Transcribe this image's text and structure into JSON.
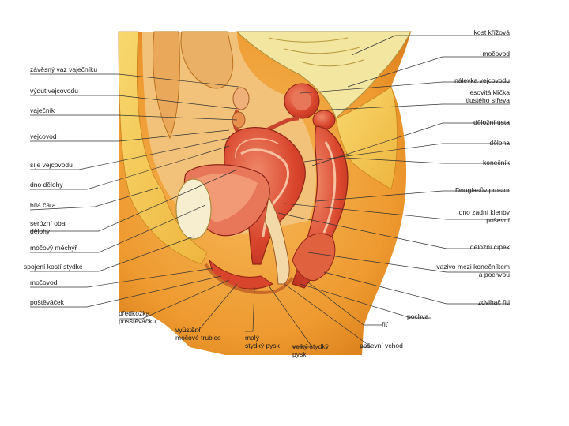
{
  "labels_left": [
    {
      "id": "zaveseny-vaz",
      "text": "závěsný vaz vaječníku"
    },
    {
      "id": "vydut-vejcovodu",
      "text": "výdut vejcovodu"
    },
    {
      "id": "vajecnik",
      "text": "vaječník"
    },
    {
      "id": "vejcovod",
      "text": "vejcovod"
    },
    {
      "id": "sije-vejcovodu",
      "text": "šíje vejcovodu"
    },
    {
      "id": "dno-delohy",
      "text": "dno dělohy"
    },
    {
      "id": "bila-cara",
      "text": "bílá čára"
    },
    {
      "id": "serozni-obal",
      "text": "serózní obal\ndělohy"
    },
    {
      "id": "mocovy-mechyr",
      "text": "močový měchýř"
    },
    {
      "id": "spojeni-kosti",
      "text": "spojení kostí stydké"
    },
    {
      "id": "mocovod-left",
      "text": "močovod"
    },
    {
      "id": "postevacek",
      "text": "poštěváček"
    }
  ],
  "labels_bottom": [
    {
      "id": "predkozka",
      "text": "předkožka\nposštěváčku"
    },
    {
      "id": "vyusteni",
      "text": "vyústění\nmočové trubice"
    },
    {
      "id": "maly-pysk",
      "text": "malý\nstydký pysk"
    },
    {
      "id": "velky-pysk",
      "text": "velký stydký\npysk"
    },
    {
      "id": "posevni-vchod",
      "text": "poševní vchod"
    }
  ],
  "labels_right": [
    {
      "id": "kost-krizova",
      "text": "kost křížová"
    },
    {
      "id": "mocovod-right",
      "text": "močovod"
    },
    {
      "id": "nalevka",
      "text": "nálevka vejcovodu"
    },
    {
      "id": "esovita-klicka",
      "text": "esovitá klička\ntlustého střeva"
    },
    {
      "id": "delozni-usti",
      "text": "děložní ústa"
    },
    {
      "id": "deloha",
      "text": "děloha"
    },
    {
      "id": "konecnik",
      "text": "konečník"
    },
    {
      "id": "douglas",
      "text": "Douglasův prostor"
    },
    {
      "id": "dno-zadni-klenby",
      "text": "dno zadní klenby\npoševní"
    },
    {
      "id": "delozni-cipek",
      "text": "děložní čípek"
    },
    {
      "id": "vazivo",
      "text": "vazivo mezi konečníkem\na pochvou"
    },
    {
      "id": "zvedac-riti",
      "text": "zdvihač řiti"
    },
    {
      "id": "pochva",
      "text": "pochva"
    },
    {
      "id": "rit",
      "text": "řiť"
    }
  ],
  "colors": {
    "background": "#ffffff",
    "skin": "#f0a63a",
    "skin_shadow": "#d97d1a",
    "fat": "#f6cf5a",
    "bone": "#f2e6a0",
    "muscle": "#d8452c",
    "mucosa": "#e8775a",
    "tissue_pale": "#f3d9a8",
    "leader_line": "#333333"
  }
}
